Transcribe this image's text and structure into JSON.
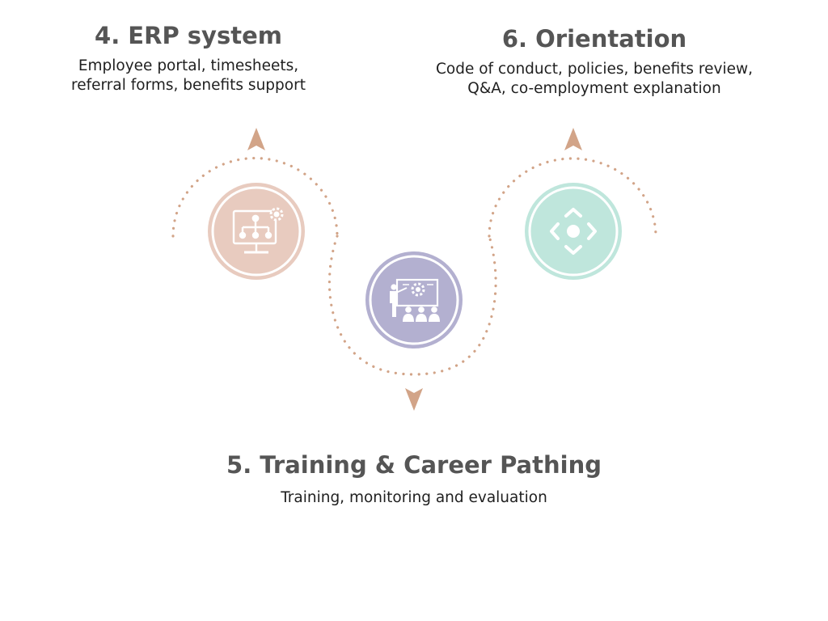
{
  "steps": [
    {
      "title": "4. ERP system",
      "description_lines": [
        "Employee portal, timesheets,",
        "referral forms, benefits support"
      ],
      "icon": "computer-network-gear-icon",
      "color": "#e8cbbf"
    },
    {
      "title": "5. Training & Career Pathing",
      "description_lines": [
        "Training, monitoring and evaluation"
      ],
      "icon": "presentation-trainer-icon",
      "color": "#b3b0d0"
    },
    {
      "title": "6. Orientation",
      "description_lines": [
        "Code of conduct, policies, benefits review,",
        "Q&A, co-employment explanation"
      ],
      "icon": "compass-directions-icon",
      "color": "#bfe6dc"
    }
  ],
  "colors": {
    "path": "#d2a488",
    "arrow": "#d2a488",
    "title": "#555555",
    "text": "#1f1f1f"
  }
}
